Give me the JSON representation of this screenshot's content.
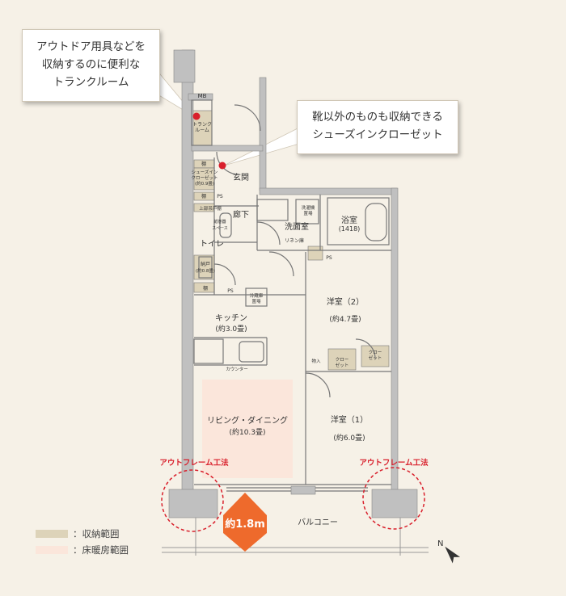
{
  "callouts": {
    "trunk_room": {
      "line1": "アウトドア用具などを",
      "line2": "収納するのに便利な",
      "line3": "トランクルーム"
    },
    "shoes_in_closet": {
      "line1": "靴以外のものも収納できる",
      "line2": "シューズインクローゼット"
    }
  },
  "rooms": {
    "mb": "MB",
    "trunk_room_1": "トランク",
    "trunk_room_2": "ルーム",
    "shelf": "棚",
    "shoes_in_closet_1": "シューズイン",
    "shoes_in_closet_2": "クローゼット",
    "shoes_in_closet_size": "(約0.9畳)",
    "ps": "PS",
    "genkan": "玄関",
    "hallway": "廊下",
    "upper_cabinet": "上部吊戸棚",
    "paper_holder_1": "紙巻器",
    "paper_holder_2": "スペース",
    "toilet": "トイレ",
    "storage_1": "納戸",
    "storage_size": "(約0.8畳)",
    "washroom": "洗面室",
    "washer_1": "洗濯機",
    "washer_2": "置場",
    "linen": "リネン庫",
    "bath": "浴室",
    "bath_size": "(1418)",
    "fridge_1": "冷蔵庫",
    "fridge_2": "置場",
    "kitchen": "キッチン",
    "kitchen_size": "(約3.0畳)",
    "counter": "カウンター",
    "western_2": "洋室（2）",
    "western_2_size": "(約4.7畳)",
    "storage_mono": "物入",
    "closet_1": "クロー",
    "closet_2": "ゼット",
    "living": "リビング・ダイニング",
    "living_size": "(約10.3畳)",
    "western_1": "洋室（1）",
    "western_1_size": "(約6.0畳)",
    "balcony": "バルコニー"
  },
  "annotations": {
    "outframe_left": "アウトフレーム工法",
    "outframe_right": "アウトフレーム工法",
    "depth": "約1.8m"
  },
  "legend": {
    "storage": "：収納範囲",
    "heating": "：床暖房範囲"
  },
  "colors": {
    "background": "#f6f1e7",
    "storage_fill": "#ddd3b9",
    "heating_fill": "#fbe6db",
    "accent_red": "#d9202c",
    "arrow_orange": "#ee6a2c",
    "wall": "#c0c0c0"
  },
  "icons": {
    "compass": "north-arrow-icon"
  }
}
